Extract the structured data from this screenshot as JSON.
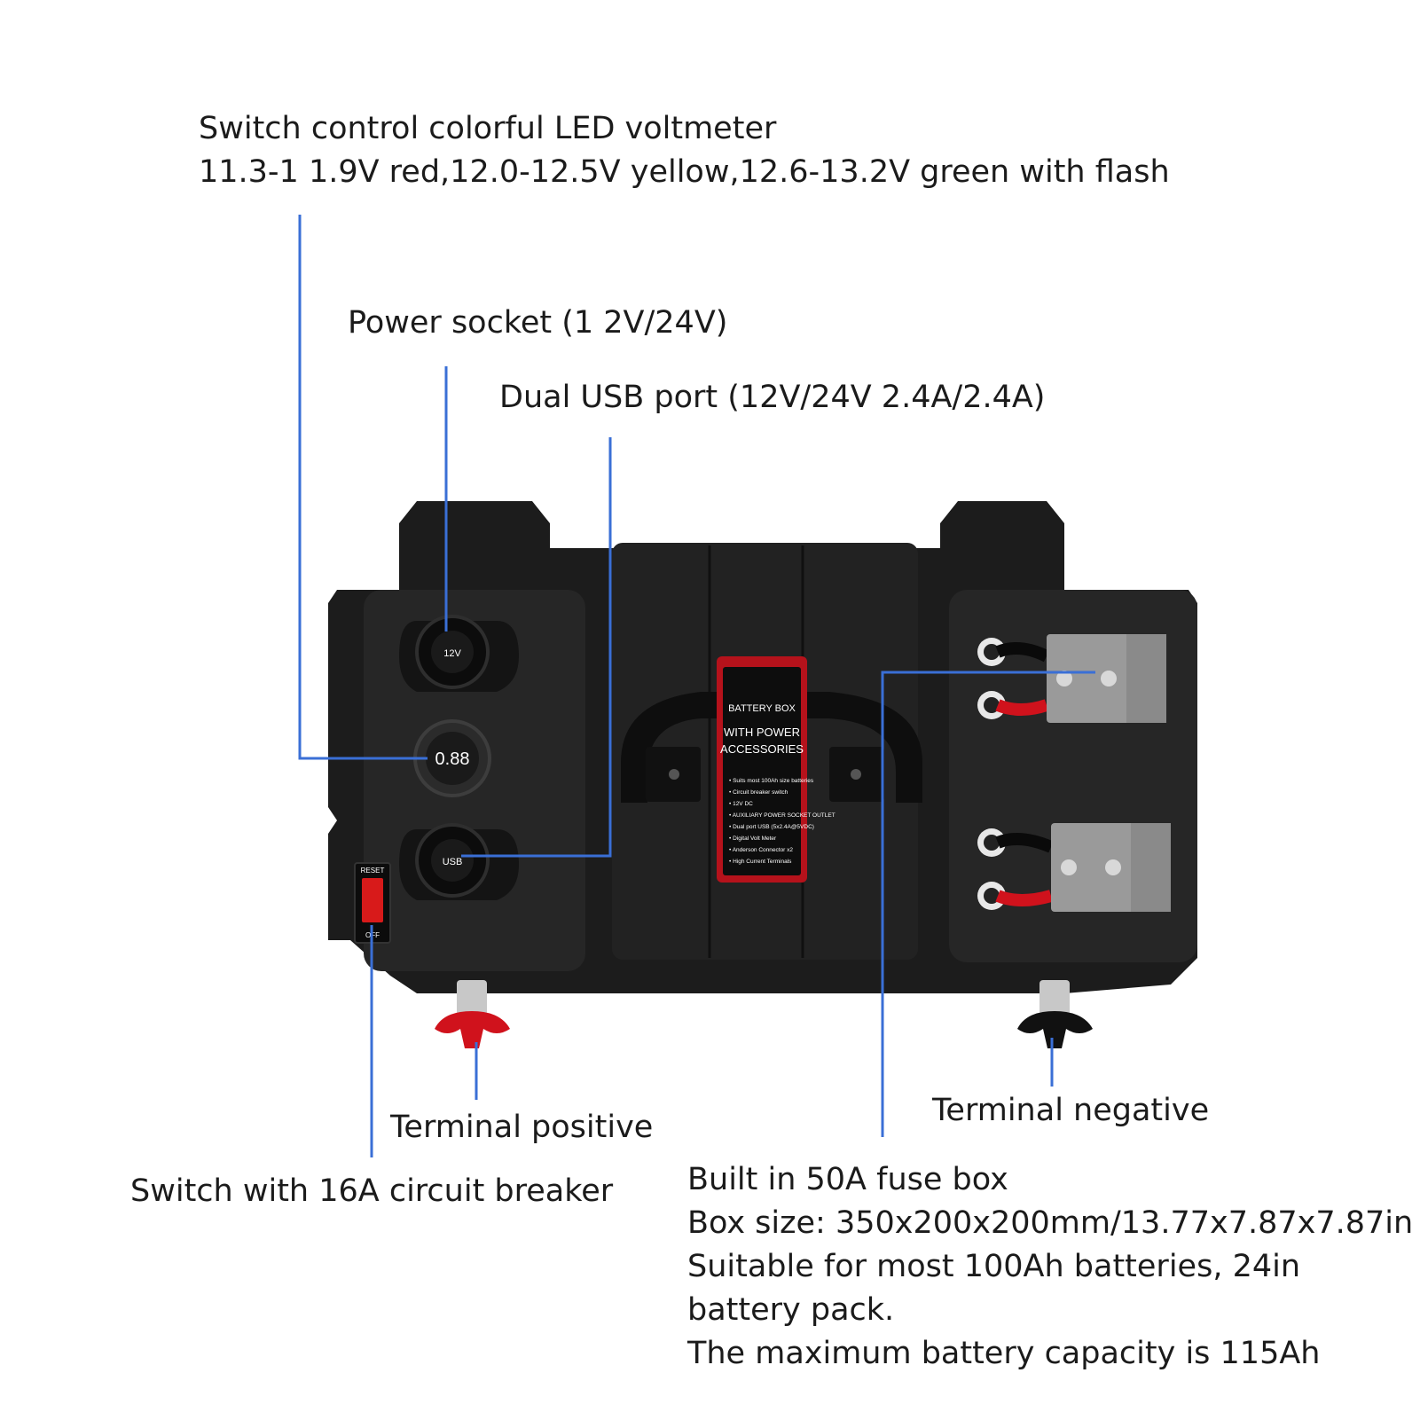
{
  "colors": {
    "leader_line": "#3a6fd6",
    "box_body": "#1c1c1c",
    "box_highlight": "#2a2a2a",
    "label_panel": "#b5121b",
    "connector_gray": "#9a9a9a",
    "terminal_red": "#d0121c",
    "terminal_black": "#111111"
  },
  "labels": {
    "voltmeter": {
      "line1": "Switch control colorful LED voltmeter",
      "line2": "11.3-1 1.9V red,12.0-12.5V yellow,12.6-13.2V green with flash"
    },
    "power_socket": "Power socket (1 2V/24V)",
    "usb": "Dual USB port (12V/24V 2.4A/2.4A)",
    "terminal_positive": "Terminal positive",
    "switch": "Switch with 16A circuit breaker",
    "terminal_negative": "Terminal negative",
    "specs": [
      "Built in 50A fuse box",
      "Box size: 350x200x200mm/13.77x7.87x7.87in",
      "Suitable for most 100Ah batteries, 24in",
      "battery pack.",
      "The maximum battery capacity is 115Ah"
    ]
  },
  "product": {
    "panel_title": "BATTERY BOX",
    "panel_subtitle_1": "WITH POWER",
    "panel_subtitle_2": "ACCESSORIES",
    "panel_features": [
      "Suits most 100Ah size batteries",
      "Circuit breaker switch",
      "12V DC",
      "AUXILIARY POWER SOCKET OUTLET",
      "Dual port USB (5x2.4A@5VDC)",
      "Digital Volt Meter",
      "Anderson Connector x2",
      "High Current Terminals"
    ],
    "voltmeter_reading": "0.88",
    "breaker_top": "RESET",
    "breaker_bottom": "OFF",
    "socket_cap_text": "12V",
    "usb_cap_text": "USB"
  }
}
